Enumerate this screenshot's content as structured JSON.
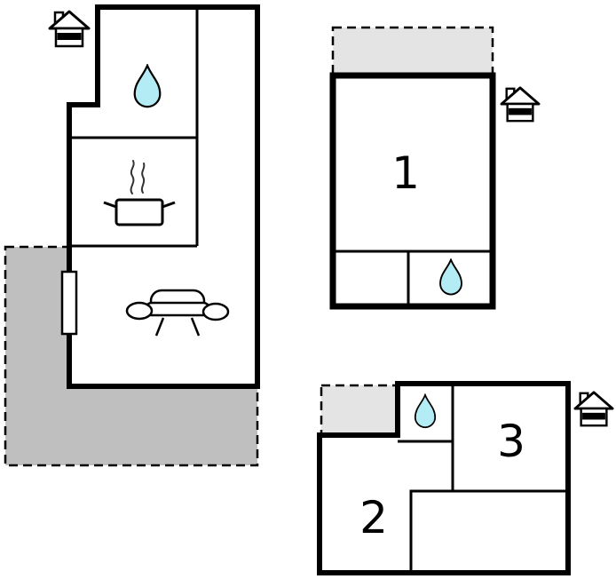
{
  "colors": {
    "wall": "#000000",
    "terrace_main": "#bfbfbf",
    "terrace_light": "#e4e4e4",
    "water": "#b4ecf5"
  },
  "labels": {
    "unit1": "1",
    "unit2": "2",
    "unit3": "3"
  },
  "icons": {
    "house": "house-icon",
    "water_drop": "water-drop-icon",
    "cooking_pot": "cooking-pot-icon",
    "sofa": "sofa-icon",
    "window": "window-marker"
  }
}
